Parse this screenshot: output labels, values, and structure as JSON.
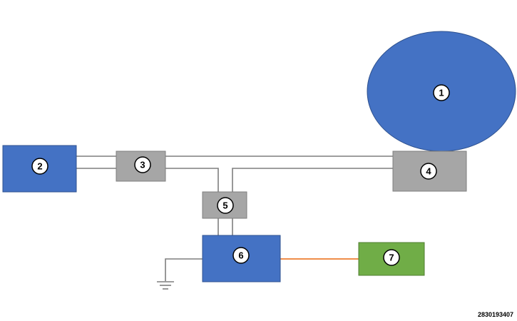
{
  "diagram": {
    "colors": {
      "blue": "#4472C4",
      "blue_border": "#2F528F",
      "gray": "#A6A6A6",
      "gray_border": "#7F7F7F",
      "green": "#70AD47",
      "green_border": "#507E32",
      "wire": "#7F7F7F",
      "orange_wire": "#ED7D31"
    },
    "components": [
      {
        "id": "1",
        "label": "1"
      },
      {
        "id": "2",
        "label": "2"
      },
      {
        "id": "3",
        "label": "3"
      },
      {
        "id": "4",
        "label": "4"
      },
      {
        "id": "5",
        "label": "5"
      },
      {
        "id": "6",
        "label": "6"
      },
      {
        "id": "7",
        "label": "7"
      }
    ],
    "reference_number": "2830193407"
  }
}
